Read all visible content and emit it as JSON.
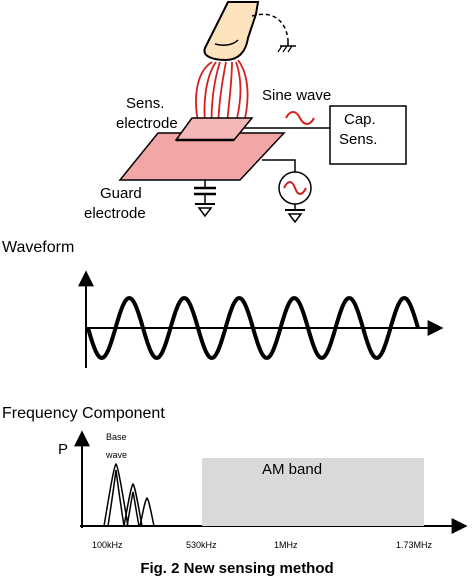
{
  "sensor": {
    "sens_electrode_l1": "Sens.",
    "sens_electrode_l2": "electrode",
    "sine_wave": "Sine wave",
    "cap_sens_l1": "Cap.",
    "cap_sens_l2": "Sens.",
    "guard_l1": "Guard",
    "guard_l2": "electrode"
  },
  "waveform": {
    "title": "Waveform"
  },
  "frequency": {
    "title": "Frequency Component",
    "y_label": "P",
    "base_wave_l1": "Base",
    "base_wave_l2": "wave",
    "am_band_label": "AM   band",
    "ticks": [
      "100kHz",
      "530kHz",
      "1MHz",
      "1.73MHz"
    ]
  },
  "caption": "Fig. 2 New sensing method",
  "colors": {
    "field_lines": "#d42020",
    "guard_fill": "#f2a6a6",
    "electrode_fill": "#f4b8b8",
    "am_band_fill": "#d9d9d9"
  }
}
